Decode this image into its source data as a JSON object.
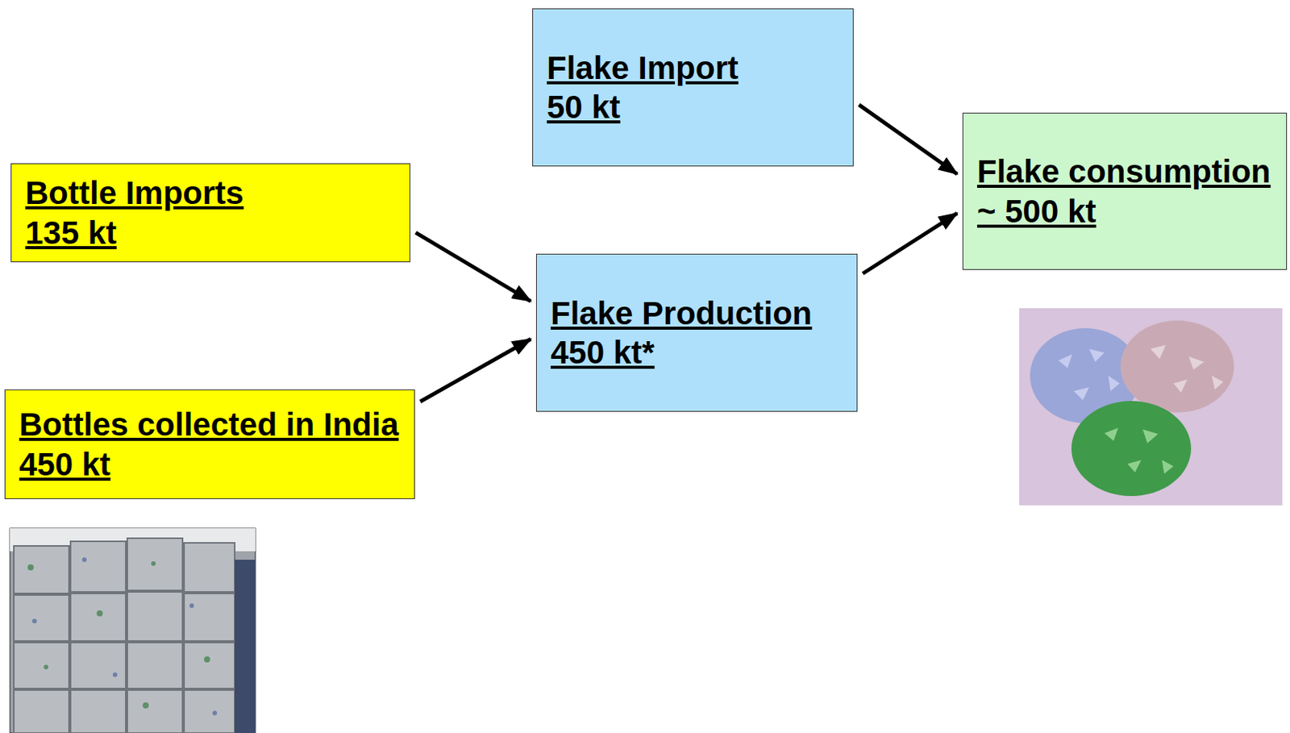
{
  "diagram": {
    "nodes": [
      {
        "text": [
          "Flake Import",
          "50 kt"
        ]
      },
      {
        "text": [
          "Flake consumption",
          "~ 500 kt"
        ]
      },
      {
        "text": [
          "Bottle Imports",
          "135 kt"
        ]
      },
      {
        "text": [
          "Flake Production",
          "450 kt*"
        ]
      },
      {
        "text": [
          "Bottles collected in India",
          "450 kt"
        ]
      }
    ],
    "edges": [
      {
        "from": 0,
        "to": 1,
        "arrow": "to"
      },
      {
        "from": 3,
        "to": 1,
        "arrow": "to"
      },
      {
        "from": 2,
        "to": 3,
        "arrow": "to"
      },
      {
        "from": 4,
        "to": 3,
        "arrow": "to"
      }
    ]
  }
}
